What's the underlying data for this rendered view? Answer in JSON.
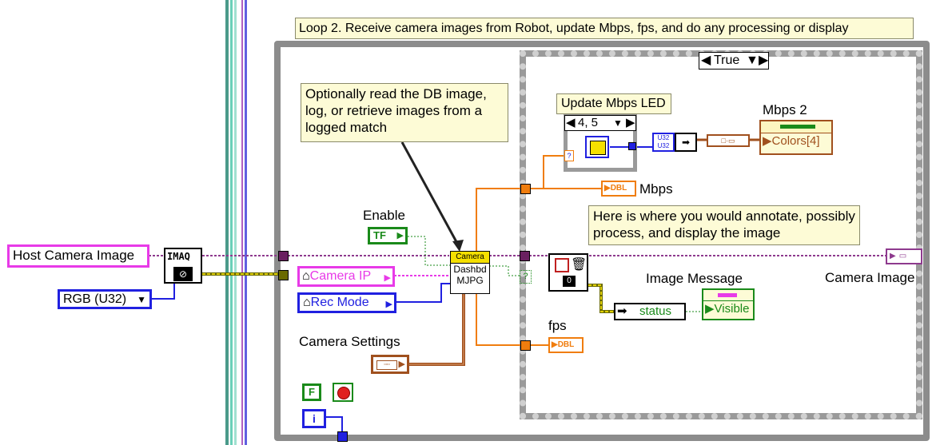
{
  "loop_title": "Loop 2. Receive camera images from Robot, update Mbps, fps, and do any processing or display",
  "case_selector": "True",
  "inner_case_selector": "4, 5",
  "notes": {
    "db_image": "Optionally read the DB image, log, or retrieve images from a logged match",
    "annotate": "Here is where you would annotate, possibly process, and display the image"
  },
  "controls": {
    "host_camera_image": "Host Camera Image",
    "rgb_type": "RGB (U32)",
    "enable_label": "Enable",
    "enable_value": "TF",
    "camera_ip": "Camera IP",
    "rec_mode": "Rec Mode",
    "camera_settings_label": "Camera Settings",
    "stop_constant": "F",
    "iteration": "i"
  },
  "subvis": {
    "imaq": "IMAQ",
    "dashboard_header": "Camera",
    "dashboard_line1": "Dashbd",
    "dashboard_line2": "MJPG"
  },
  "indicators": {
    "update_mbps_led": "Update Mbps LED",
    "mbps2_label": "Mbps 2",
    "mbps2_property": "Colors[4]",
    "mbps_label": "Mbps",
    "mbps_type": "DBL",
    "fps_label": "fps",
    "fps_type": "DBL",
    "image_message_label": "Image Message",
    "image_message_property": "Visible",
    "status_field": "status",
    "camera_image_label": "Camera Image",
    "u32_a": "U32",
    "u32_b": "U32",
    "iteration_count": "0"
  },
  "colors": {
    "pink_wire": "#e83ae8",
    "blue_wire": "#2020e0",
    "orange_wire": "#f07d0e",
    "green_wire": "#1a8a1a",
    "brown_wire": "#a0501e",
    "image_wire": "#8e3a8e",
    "loop_gray": "#8c8c8c"
  }
}
